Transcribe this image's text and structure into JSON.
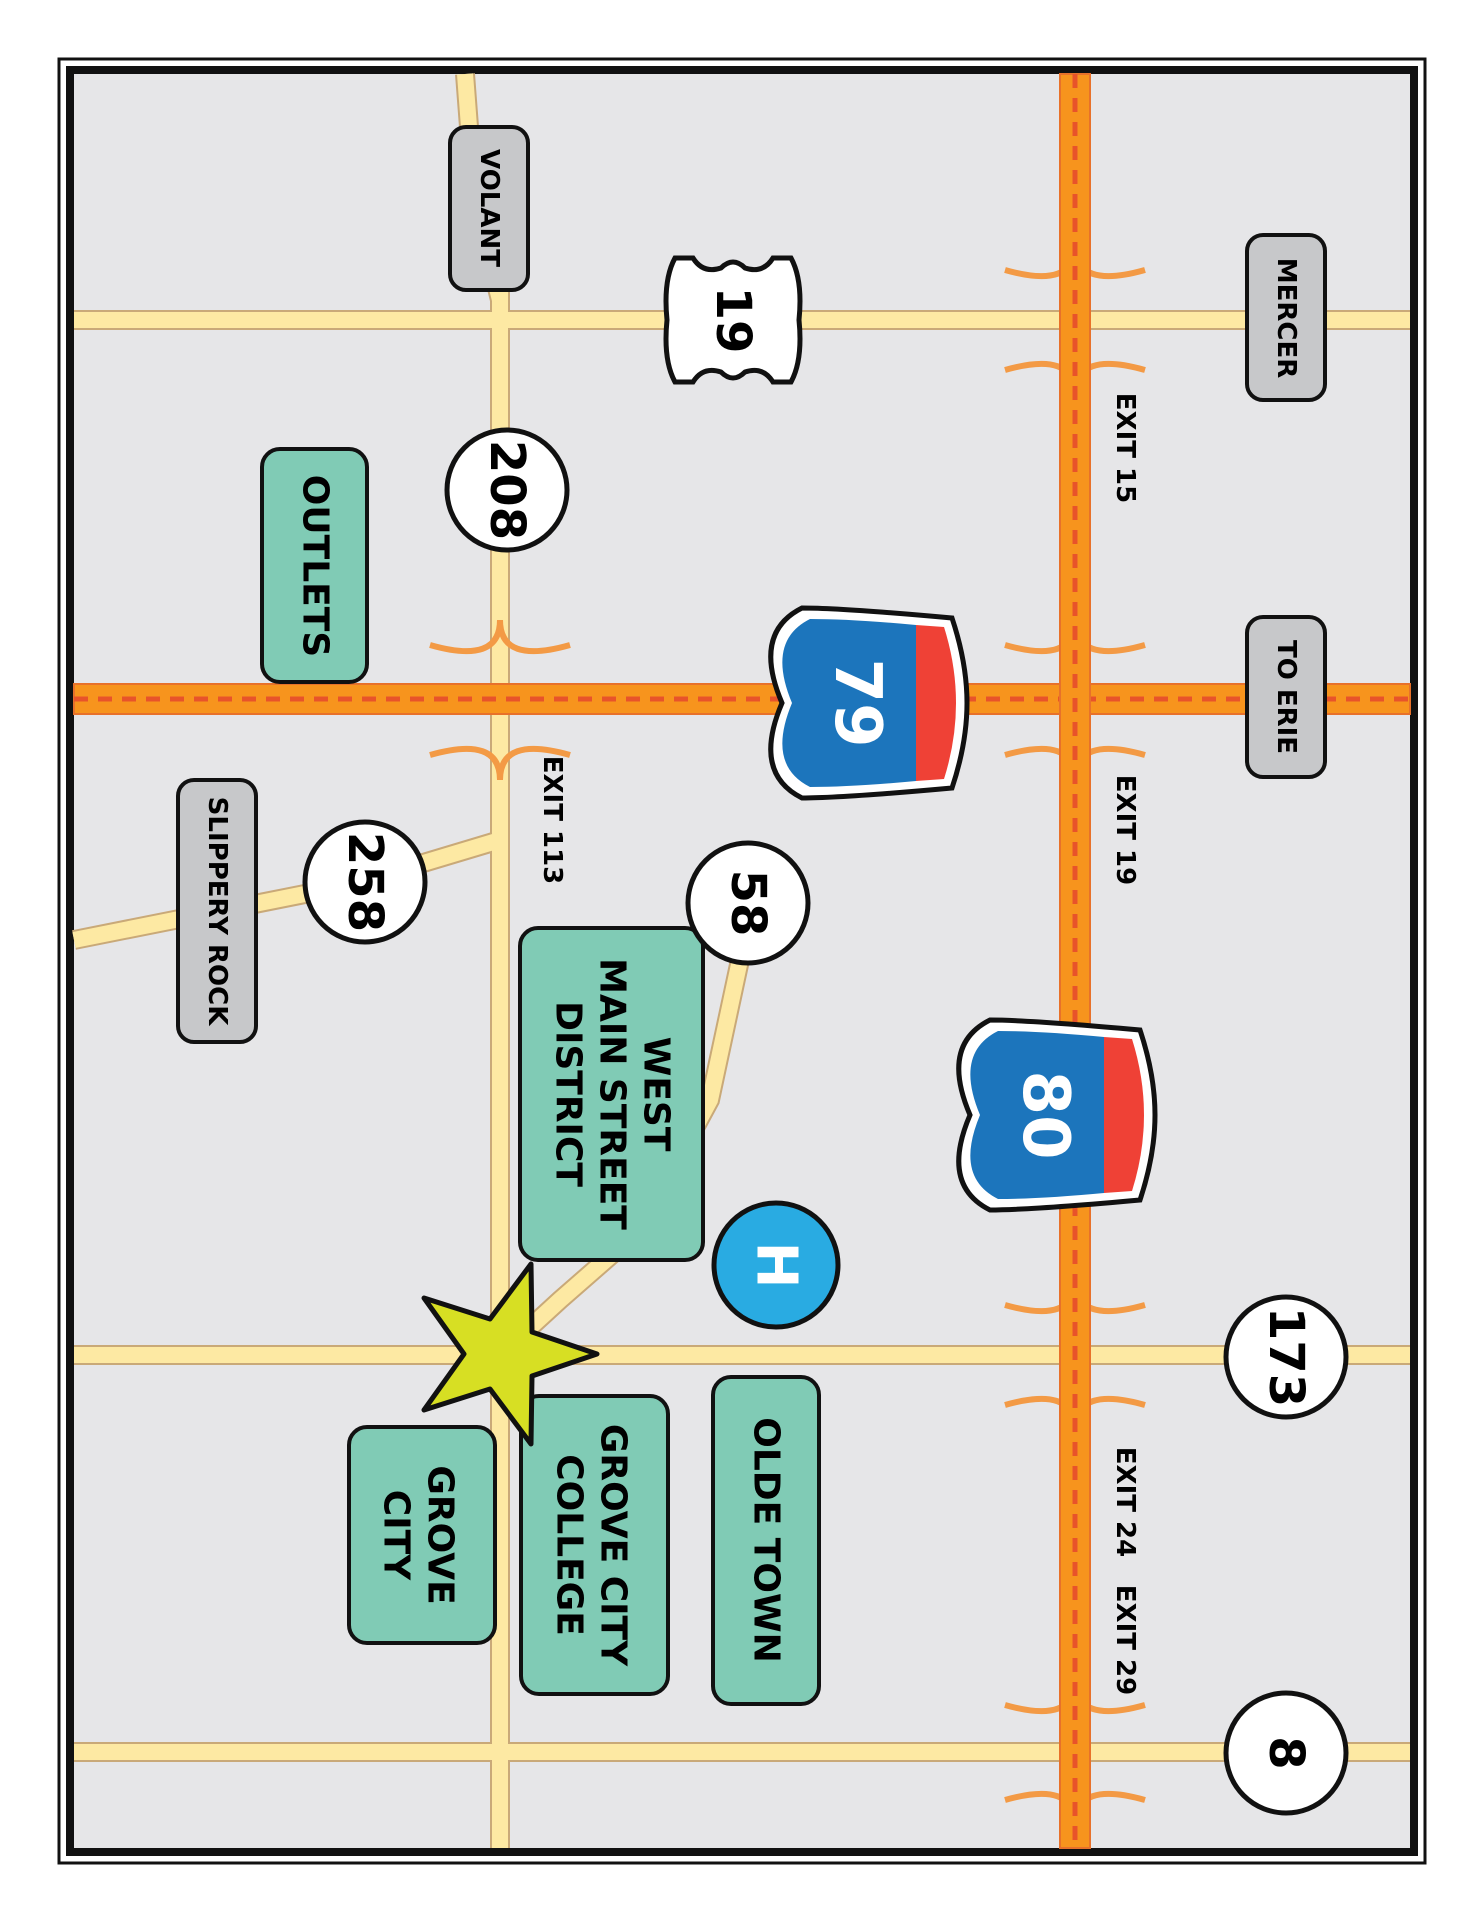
{
  "map": {
    "colors": {
      "background": "#e6e6e8",
      "local_road": "#fde9a3",
      "local_road_edge": "#c9a978",
      "highway": "#f7941d",
      "highway_dash": "#e8532a",
      "place_box": "#80cbb5",
      "town_box": "#c7c8ca",
      "interstate_blue": "#1c75bc",
      "interstate_red": "#ef4136",
      "hospital": "#29abe2",
      "star": "#d7df23"
    },
    "interstates": [
      {
        "id": "i79",
        "number": "79"
      },
      {
        "id": "i80",
        "number": "80"
      }
    ],
    "us_routes": [
      {
        "id": "us19",
        "number": "19"
      }
    ],
    "state_routes": [
      {
        "id": "r208",
        "number": "208"
      },
      {
        "id": "r258",
        "number": "258"
      },
      {
        "id": "r58",
        "number": "58"
      },
      {
        "id": "r173",
        "number": "173"
      },
      {
        "id": "r8",
        "number": "8"
      }
    ],
    "towns": [
      {
        "id": "volant",
        "label": "VOLANT"
      },
      {
        "id": "mercer",
        "label": "MERCER"
      },
      {
        "id": "to-erie",
        "label": "TO ERIE"
      },
      {
        "id": "slippery-rock",
        "label": "SLIPPERY ROCK"
      }
    ],
    "places": [
      {
        "id": "outlets",
        "label": "OUTLETS"
      },
      {
        "id": "west-main",
        "lines": [
          "WEST",
          "MAIN STREET",
          "DISTRICT"
        ]
      },
      {
        "id": "olde-town",
        "label": "OLDE TOWN"
      },
      {
        "id": "gcc",
        "lines": [
          "GROVE CITY",
          "COLLEGE"
        ]
      },
      {
        "id": "grove-city",
        "lines": [
          "GROVE",
          "CITY"
        ]
      }
    ],
    "exits": [
      {
        "id": "exit-15",
        "label": "EXIT 15"
      },
      {
        "id": "exit-19",
        "label": "EXIT 19"
      },
      {
        "id": "exit-113",
        "label": "EXIT 113"
      },
      {
        "id": "exit-24",
        "label": "EXIT 24"
      },
      {
        "id": "exit-29",
        "label": "EXIT 29"
      }
    ],
    "hospital": {
      "label": "H"
    }
  }
}
